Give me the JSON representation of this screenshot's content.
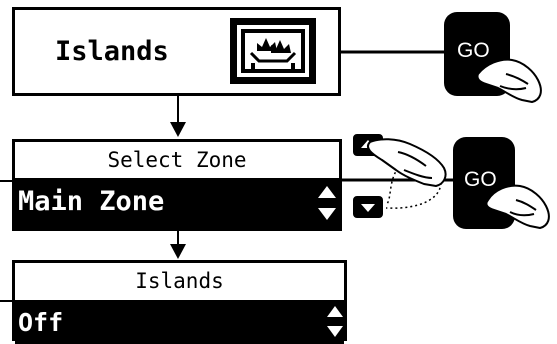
{
  "screens": {
    "screen_1": {
      "title": "Islands",
      "icon": "islands-menu-icon"
    },
    "screen_2": {
      "header": "Select Zone",
      "value": "Main Zone",
      "icon": "up-down-arrows-icon"
    },
    "screen_3": {
      "header": "Islands",
      "value": "Off",
      "icon": "up-down-arrows-icon"
    }
  },
  "buttons": {
    "go_1": "GO",
    "go_2": "GO",
    "up_key_icon": "triangle-up-icon",
    "down_key_icon": "triangle-down-icon"
  },
  "colors": {
    "ink": "#000000",
    "paper": "#ffffff"
  }
}
